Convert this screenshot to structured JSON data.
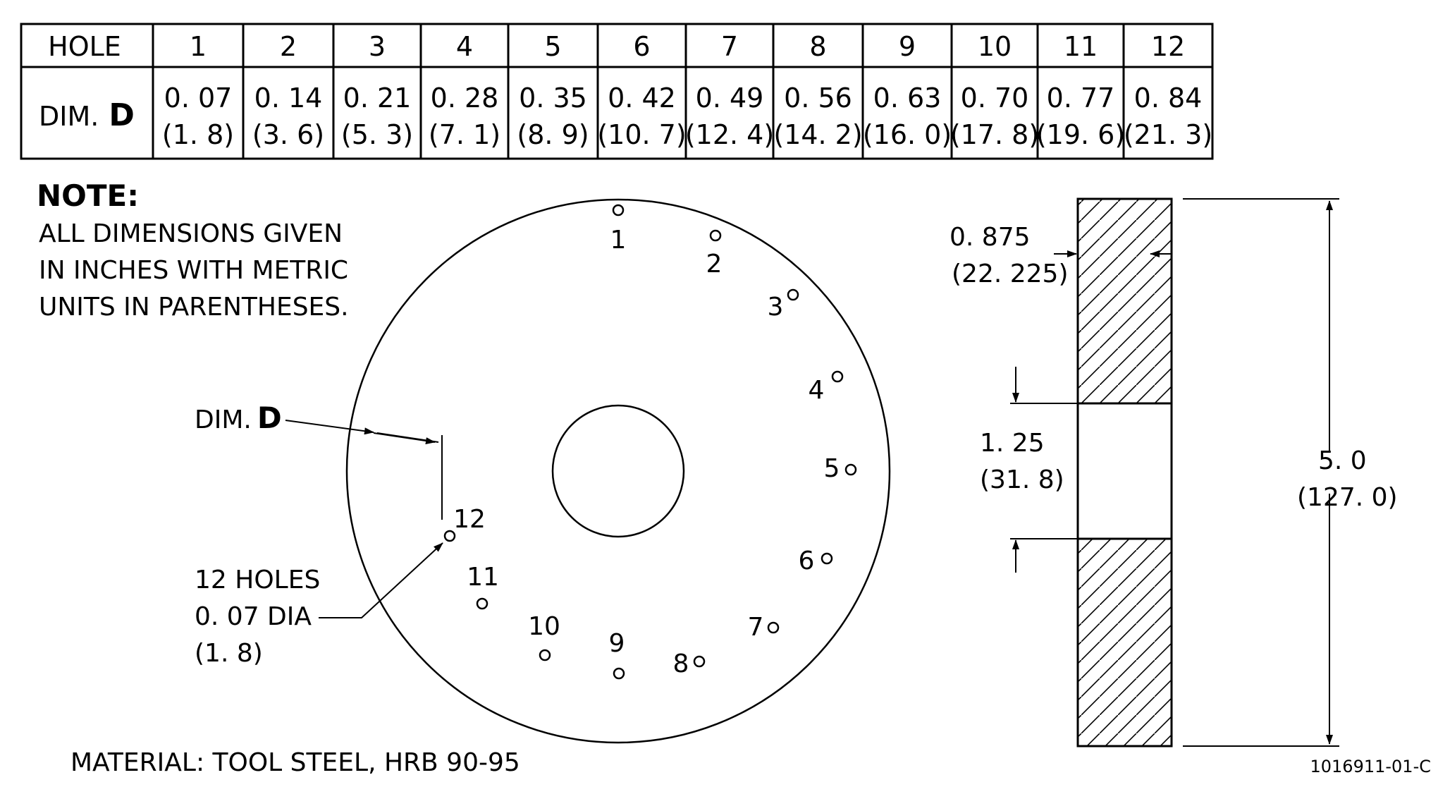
{
  "table": {
    "row1_label": "HOLE",
    "row2_label_prefix": "DIM.",
    "row2_label_letter": "D",
    "columns": [
      {
        "hole": "1",
        "inch": "0. 07",
        "metric": "(1. 8)"
      },
      {
        "hole": "2",
        "inch": "0. 14",
        "metric": "(3. 6)"
      },
      {
        "hole": "3",
        "inch": "0. 21",
        "metric": "(5. 3)"
      },
      {
        "hole": "4",
        "inch": "0. 28",
        "metric": "(7. 1)"
      },
      {
        "hole": "5",
        "inch": "0. 35",
        "metric": "(8. 9)"
      },
      {
        "hole": "6",
        "inch": "0. 42",
        "metric": "(10. 7)"
      },
      {
        "hole": "7",
        "inch": "0. 49",
        "metric": "(12. 4)"
      },
      {
        "hole": "8",
        "inch": "0. 56",
        "metric": "(14. 2)"
      },
      {
        "hole": "9",
        "inch": "0. 63",
        "metric": "(16. 0)"
      },
      {
        "hole": "10",
        "inch": "0. 70",
        "metric": "(17. 8)"
      },
      {
        "hole": "11",
        "inch": "0. 77",
        "metric": "(19. 6)"
      },
      {
        "hole": "12",
        "inch": "0. 84",
        "metric": "(21. 3)"
      }
    ]
  },
  "note": {
    "heading": "NOTE:",
    "lines": [
      "ALL DIMENSIONS GIVEN",
      "IN INCHES WITH METRIC",
      "UNITS IN PARENTHESES."
    ]
  },
  "callouts": {
    "dim_d_prefix": "DIM.",
    "dim_d_letter": "D",
    "holes_line1": "12 HOLES",
    "holes_line2": "0. 07  DIA",
    "holes_line3": "(1. 8)"
  },
  "hole_labels": [
    "1",
    "2",
    "3",
    "4",
    "5",
    "6",
    "7",
    "8",
    "9",
    "10",
    "11",
    "12"
  ],
  "section": {
    "thickness_inch": "0. 875",
    "thickness_metric": "(22. 225)",
    "bore_inch": "1. 25",
    "bore_metric": "(31. 8)",
    "outer_inch": "5. 0",
    "outer_metric": "(127. 0)"
  },
  "material": "MATERIAL:  TOOL STEEL, HRB 90-95",
  "drawing_number": "1016911-01-C"
}
